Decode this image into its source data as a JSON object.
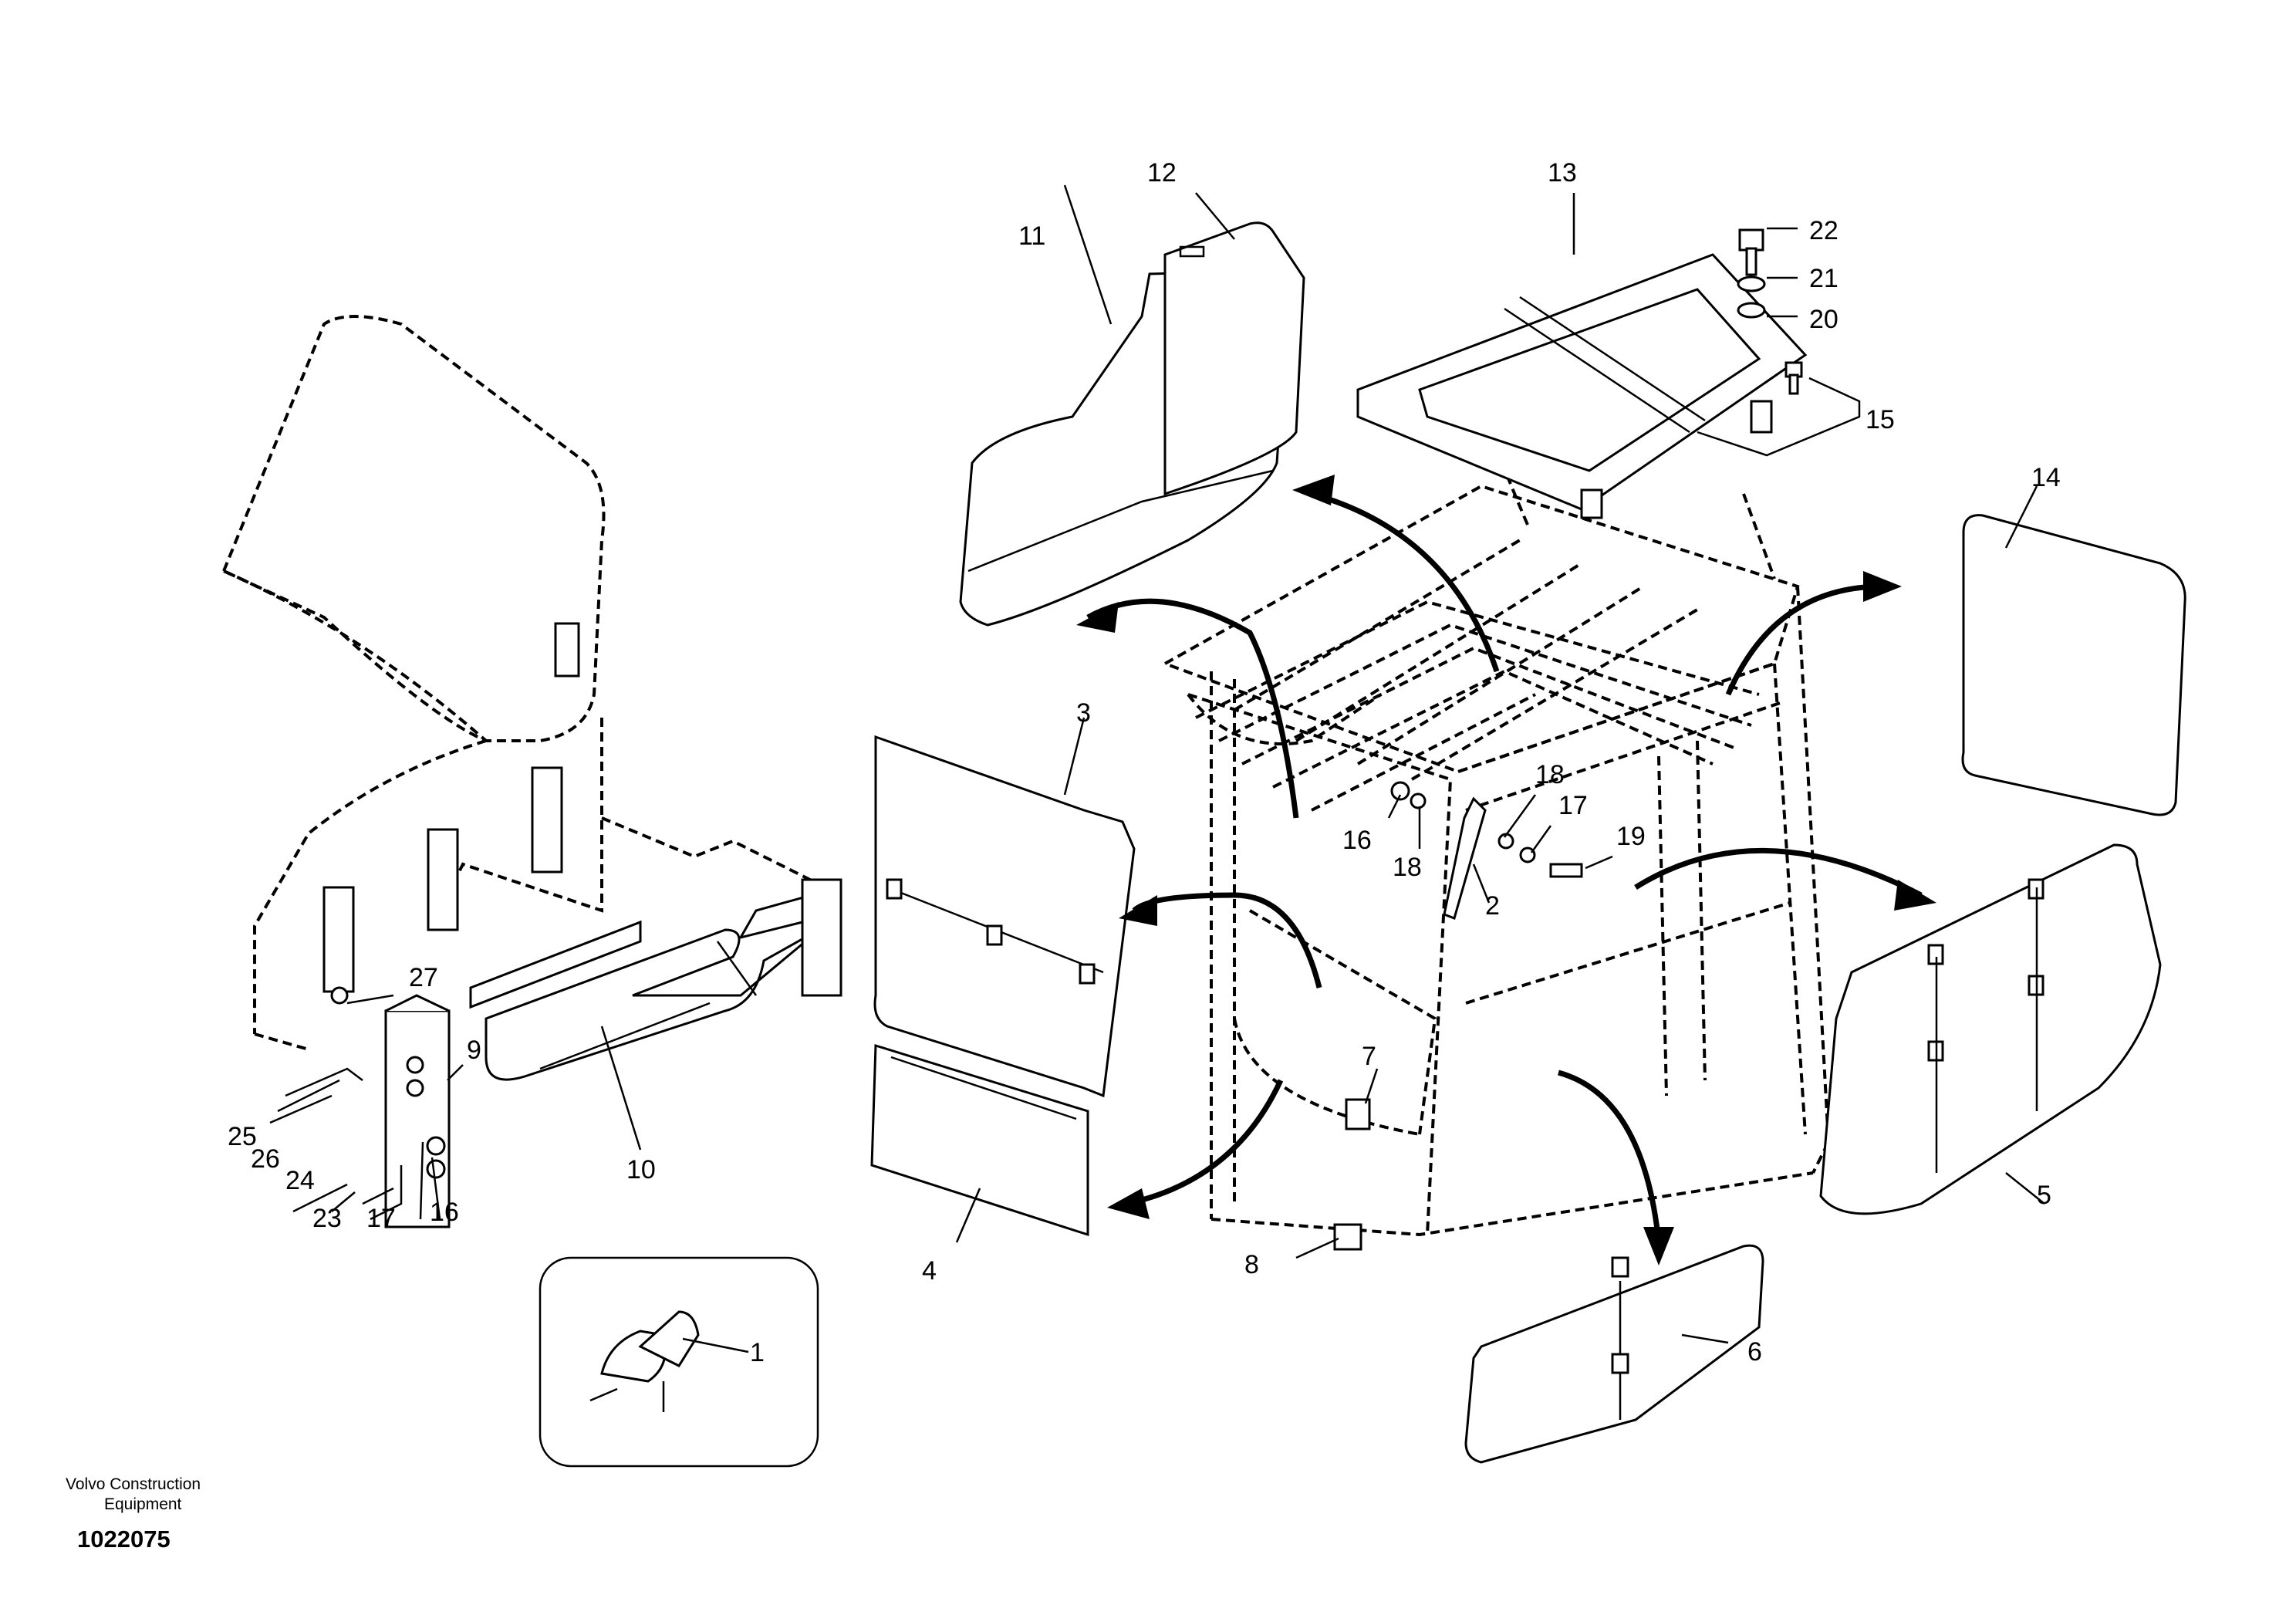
{
  "colors": {
    "line": "#000000",
    "background": "#ffffff"
  },
  "labels": {
    "p1": "1",
    "p2": "2",
    "p3": "3",
    "p4": "4",
    "p5": "5",
    "p6": "6",
    "p7": "7",
    "p8": "8",
    "p9": "9",
    "p10": "10",
    "p11": "11",
    "p12": "12",
    "p13": "13",
    "p14": "14",
    "p15": "15",
    "p16a": "16",
    "p16b": "16",
    "p17a": "17",
    "p17b": "17",
    "p18a": "18",
    "p18b": "18",
    "p19": "19",
    "p20": "20",
    "p21": "21",
    "p22": "22",
    "p23": "23",
    "p24": "24",
    "p25": "25",
    "p26": "26",
    "p27": "27"
  },
  "footer": {
    "company_line1": "Volvo Construction",
    "company_line2": "Equipment",
    "drawing_number": "1022075"
  }
}
